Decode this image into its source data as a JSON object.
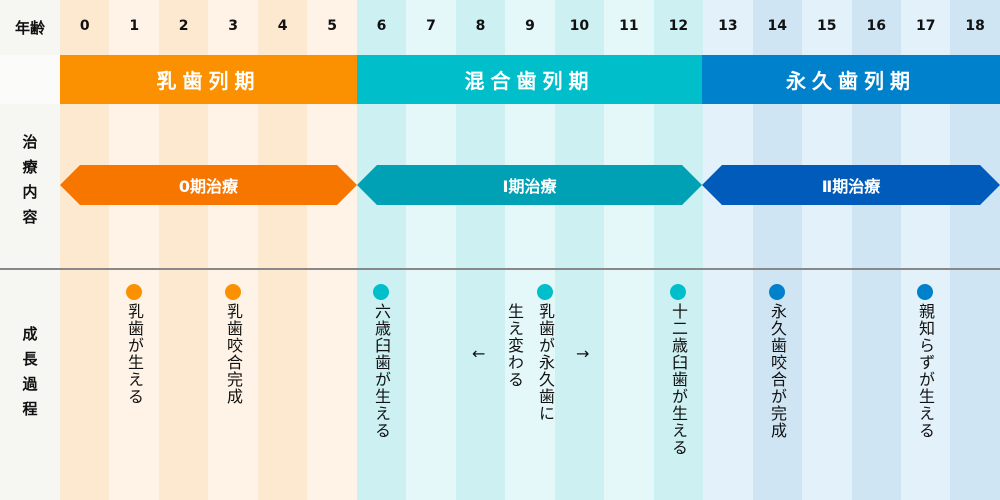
{
  "labels": {
    "age": "年齢",
    "treatment": "治療内容",
    "growth": "成長過程"
  },
  "ages": [
    "0",
    "1",
    "2",
    "3",
    "4",
    "5",
    "6",
    "7",
    "8",
    "9",
    "10",
    "11",
    "12",
    "13",
    "14",
    "15",
    "16",
    "17",
    "18"
  ],
  "phases": [
    {
      "label": "乳歯列期",
      "color": "#fb9100"
    },
    {
      "label": "混合歯列期",
      "color": "#00bfca"
    },
    {
      "label": "永久歯列期",
      "color": "#0081cc"
    }
  ],
  "treatments": [
    {
      "label": "0期治療",
      "color": "#f77600"
    },
    {
      "label": "Ⅰ期治療",
      "color": "#00a0b5"
    },
    {
      "label": "Ⅱ期治療",
      "color": "#005bbb"
    }
  ],
  "growth": [
    {
      "text": "乳歯が生える",
      "color": "#fb9100"
    },
    {
      "text": "乳歯咬合完成",
      "color": "#fb9100"
    },
    {
      "text": "六歳臼歯が生える",
      "color": "#00bfca"
    },
    {
      "text": "乳歯が永久歯に",
      "sub": "生え変わる",
      "color": "#00bfca",
      "left_arrow": "←",
      "right_arrow": "→"
    },
    {
      "text": "十二歳臼歯が生える",
      "color": "#00bfca"
    },
    {
      "text": "永久歯咬合が完成",
      "color": "#0081cc"
    },
    {
      "text": "親知らずが生える",
      "color": "#0081cc"
    }
  ]
}
